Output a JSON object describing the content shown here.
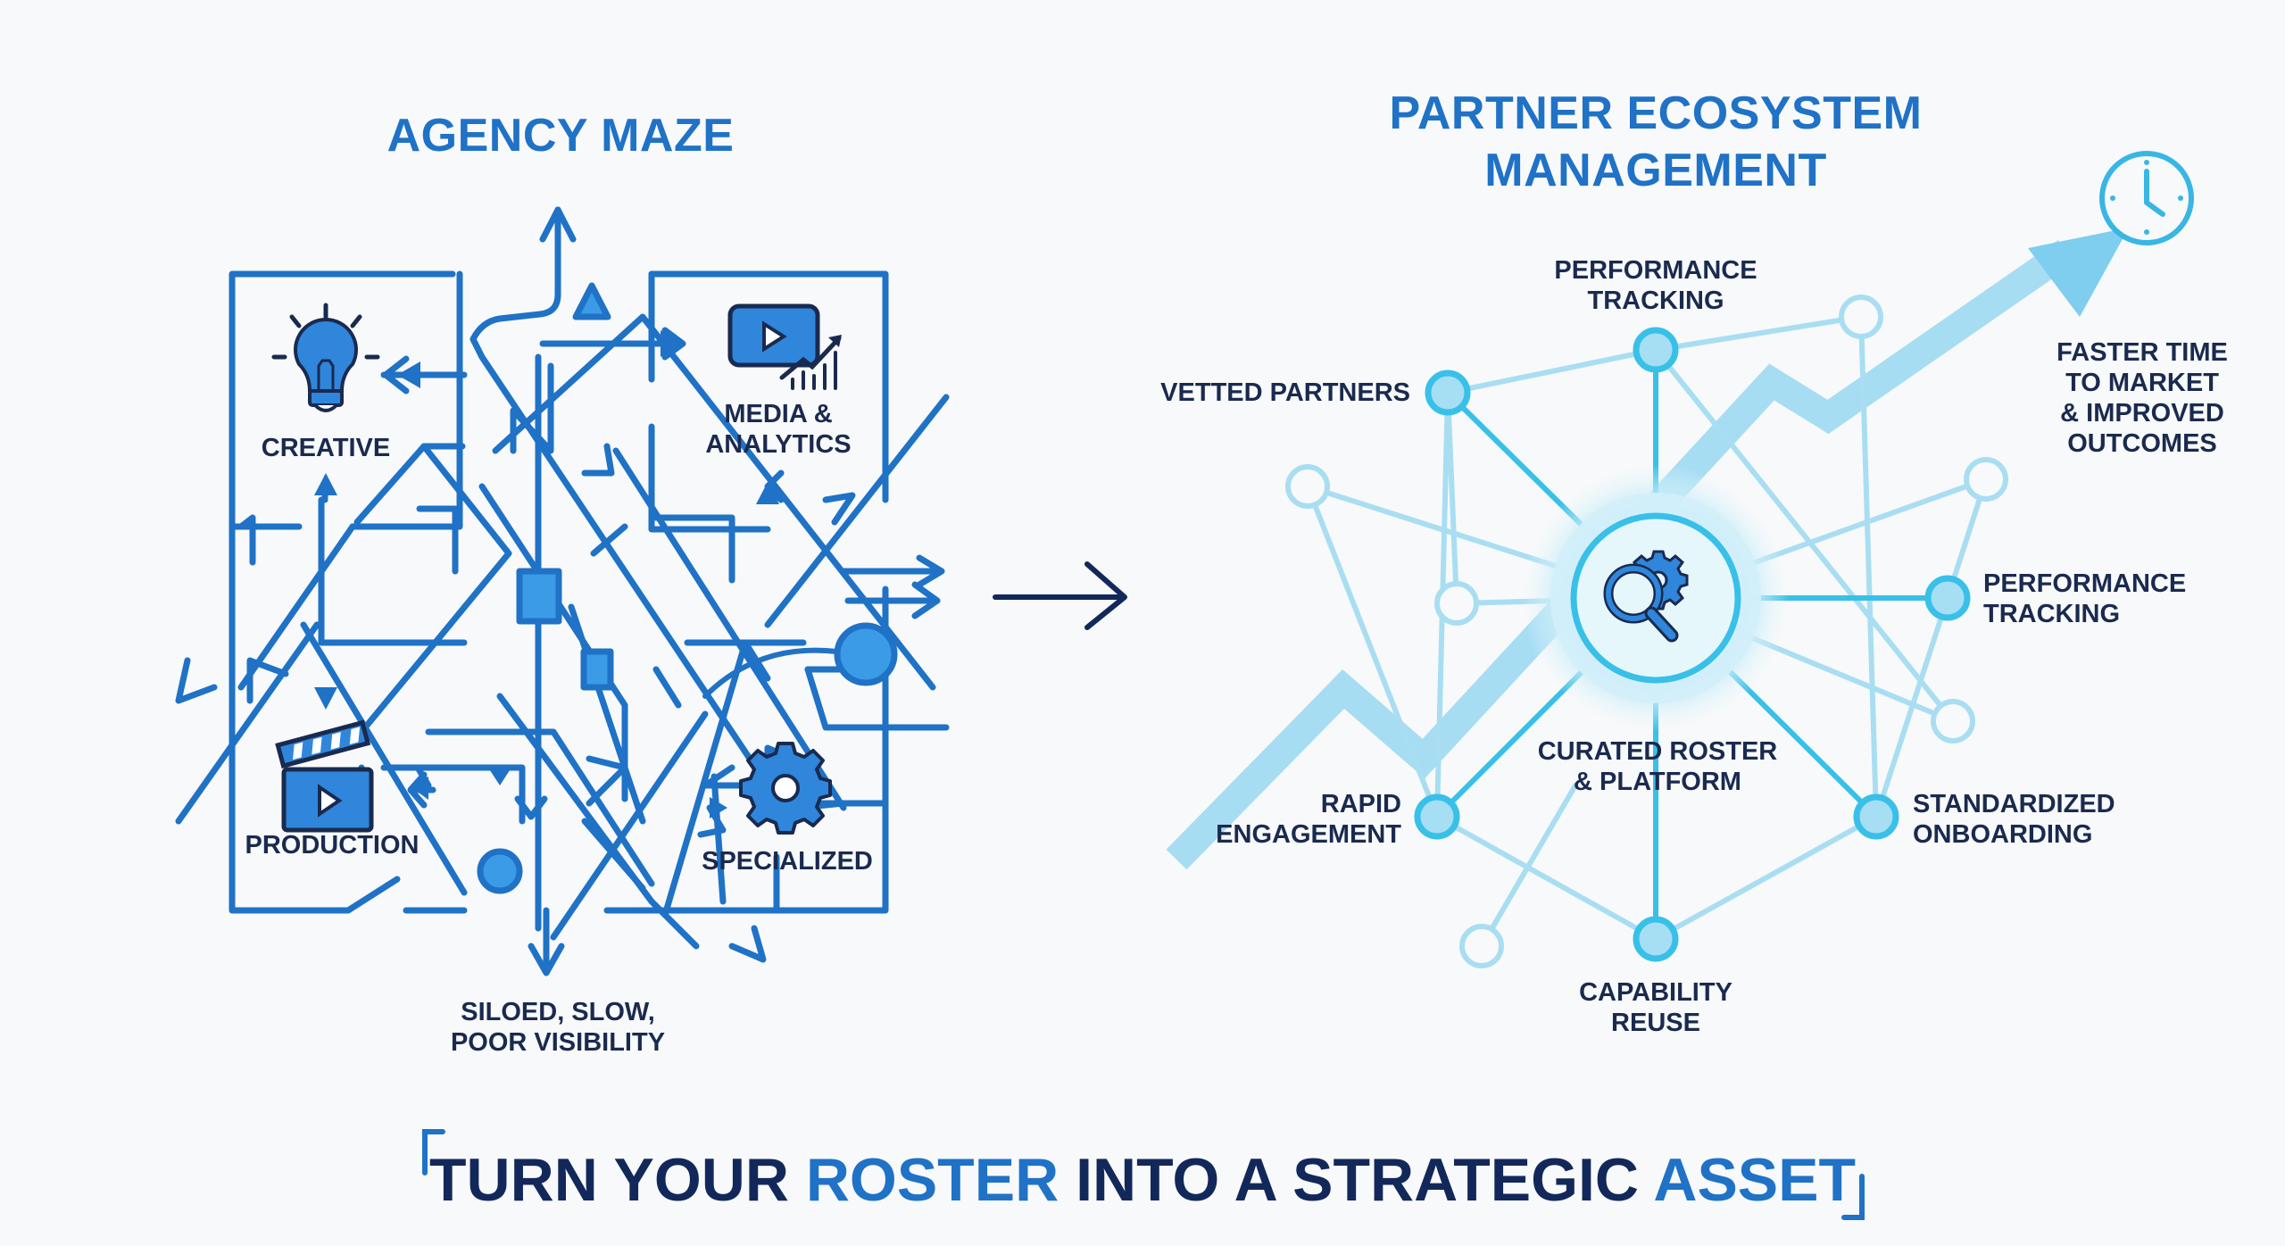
{
  "colors": {
    "maze_blue": "#1f72c6",
    "maze_fill": "#3b9be6",
    "navy": "#13285a",
    "cyan": "#38c0e8",
    "cyan_light": "#a9def2",
    "hub_glow": "#c9eef9",
    "growth_arrow": "#8fd3f0"
  },
  "left": {
    "title": "AGENCY MAZE",
    "quadrants": [
      {
        "label": "CREATIVE",
        "icon": "lightbulb-icon"
      },
      {
        "label_line1": "MEDIA &",
        "label_line2": "ANALYTICS",
        "icon": "video-analytics-icon"
      },
      {
        "label": "PRODUCTION",
        "icon": "clapperboard-icon"
      },
      {
        "label": "SPECIALIZED",
        "icon": "gear-icon"
      }
    ],
    "caption_line1": "SILOED, SLOW,",
    "caption_line2": "POOR VISIBILITY"
  },
  "transition": {
    "icon": "arrow-right-icon"
  },
  "right": {
    "title_line1": "PARTNER ECOSYSTEM",
    "title_line2": "MANAGEMENT",
    "hub": {
      "label_line1": "CURATED ROSTER",
      "label_line2": "& PLATFORM",
      "icon": "search-gear-icon"
    },
    "nodes": [
      {
        "id": "top",
        "line1": "PERFORMANCE",
        "line2": "TRACKING"
      },
      {
        "id": "vetted",
        "line1": "VETTED PARTNERS",
        "line2": ""
      },
      {
        "id": "right",
        "line1": "PERFORMANCE",
        "line2": "TRACKING"
      },
      {
        "id": "standardized",
        "line1": "STANDARDIZED",
        "line2": "ONBOARDING"
      },
      {
        "id": "capability",
        "line1": "CAPABILITY",
        "line2": "REUSE"
      },
      {
        "id": "rapid",
        "line1": "RAPID",
        "line2": "ENGAGEMENT"
      }
    ],
    "outcome": {
      "line1": "FASTER TIME",
      "line2": "TO MARKET",
      "line3": "& IMPROVED",
      "line4": "OUTCOMES",
      "icon": "clock-icon"
    }
  },
  "banner": {
    "part1": "TURN YOUR ",
    "highlight1": "ROSTER",
    "part2": " INTO A STRATEGIC ",
    "highlight2": "ASSET"
  }
}
